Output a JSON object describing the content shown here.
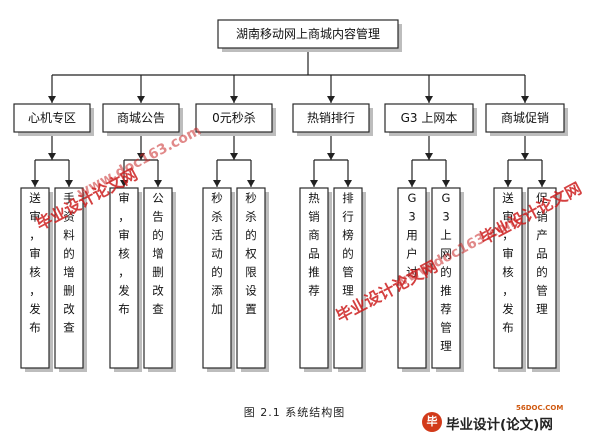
{
  "root": "湖南移动网上商城内容管理",
  "modules": [
    {
      "label": "心机专区",
      "children": [
        "送审，审核，发布",
        "手资料的增删改查"
      ]
    },
    {
      "label": "商城公告",
      "children": [
        "审，审核，发布",
        "公告的增删改查"
      ]
    },
    {
      "label": "0元秒杀",
      "children": [
        "秒杀活动的添加",
        "秒杀的权限设置"
      ]
    },
    {
      "label": "热销排行",
      "children": [
        "热销商品推荐",
        "排行榜的管理"
      ]
    },
    {
      "label": "G3 上网本",
      "children": [
        "G3用户讨",
        "G3上网的推荐管理"
      ]
    },
    {
      "label": "商城促销",
      "children": [
        "送审，审核，发布",
        "促销产品的管理"
      ]
    }
  ],
  "caption": "图 2.1    系统结构图",
  "watermark_red": "毕业设计论文网",
  "watermark_blue": "www.doc163.com",
  "brand_url": "56DOC.COM",
  "brand_logo": "毕",
  "brand_text": "毕业设计(论文)网"
}
